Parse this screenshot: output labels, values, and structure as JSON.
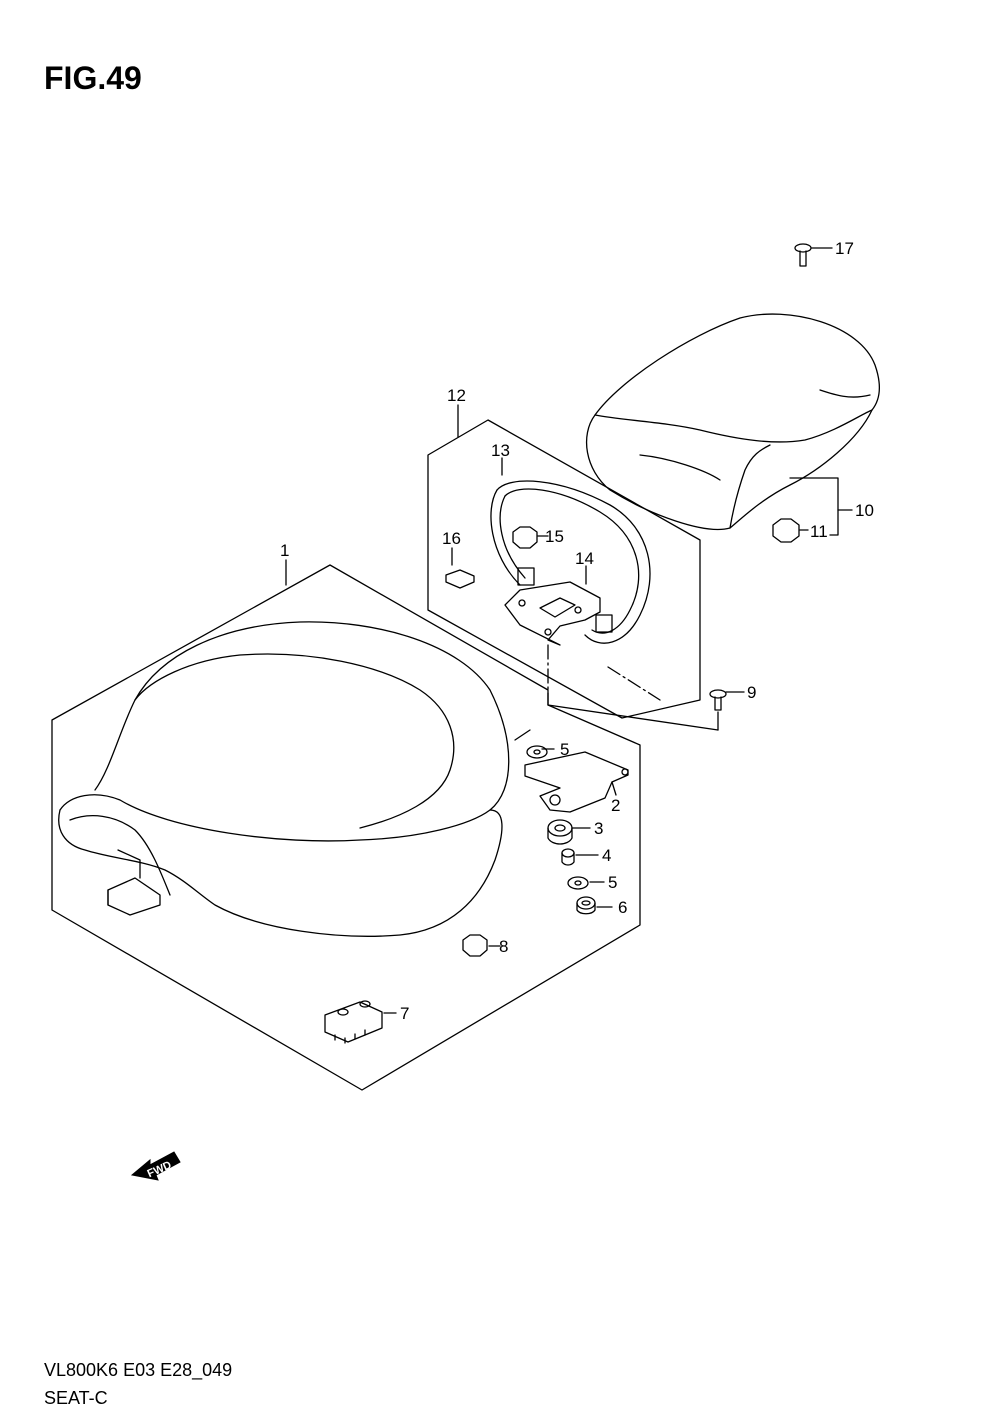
{
  "figure": {
    "title": "FIG.49"
  },
  "footer": {
    "model_code": "VL800K6 E03 E28_049",
    "caption": "SEAT-C"
  },
  "fwd_label": "FWD",
  "callouts": [
    {
      "id": "c1",
      "label": "1"
    },
    {
      "id": "c2",
      "label": "2"
    },
    {
      "id": "c3",
      "label": "3"
    },
    {
      "id": "c4",
      "label": "4"
    },
    {
      "id": "c5a",
      "label": "5"
    },
    {
      "id": "c5b",
      "label": "5"
    },
    {
      "id": "c6",
      "label": "6"
    },
    {
      "id": "c7",
      "label": "7"
    },
    {
      "id": "c8",
      "label": "8"
    },
    {
      "id": "c9",
      "label": "9"
    },
    {
      "id": "c10",
      "label": "10"
    },
    {
      "id": "c11",
      "label": "11"
    },
    {
      "id": "c12",
      "label": "12"
    },
    {
      "id": "c13",
      "label": "13"
    },
    {
      "id": "c14",
      "label": "14"
    },
    {
      "id": "c15",
      "label": "15"
    },
    {
      "id": "c16",
      "label": "16"
    },
    {
      "id": "c17",
      "label": "17"
    }
  ]
}
